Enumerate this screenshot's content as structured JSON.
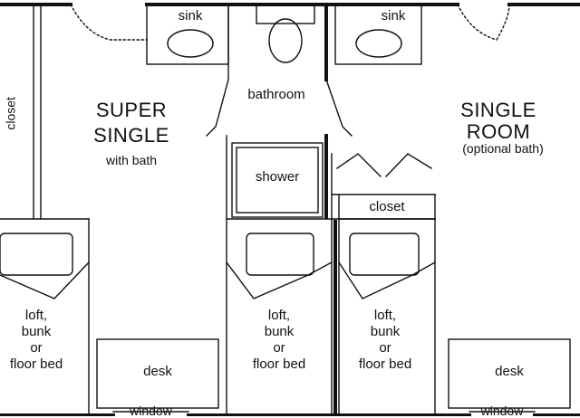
{
  "super_single": {
    "title_1": "SUPER",
    "title_2": "SINGLE",
    "subtitle": "with bath"
  },
  "single_room": {
    "title_1": "SINGLE",
    "title_2": "ROOM",
    "subtitle": "(optional bath)"
  },
  "fixtures": {
    "sink_left": "sink",
    "sink_right": "sink",
    "bathroom": "bathroom",
    "shower": "shower",
    "closet_left": "closet",
    "closet_right": "closet",
    "desk_left": "desk",
    "desk_right": "desk",
    "window_left": "window",
    "window_right": "window"
  },
  "beds": [
    {
      "line1": "loft,",
      "line2": "bunk",
      "line3": "or",
      "line4": "floor bed"
    },
    {
      "line1": "loft,",
      "line2": "bunk",
      "line3": "or",
      "line4": "floor bed"
    },
    {
      "line1": "loft,",
      "line2": "bunk",
      "line3": "or",
      "line4": "floor bed"
    }
  ]
}
